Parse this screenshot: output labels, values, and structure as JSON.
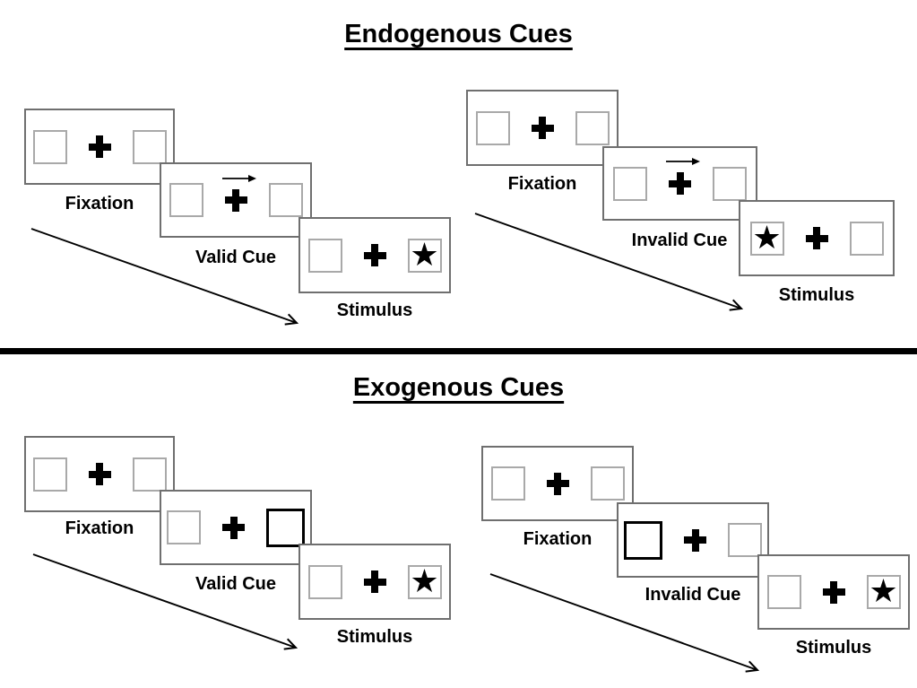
{
  "page": {
    "background": "#ffffff"
  },
  "glyphs": {
    "star": "★"
  },
  "colors": {
    "ink": "#000000",
    "panel_border": "#6f6f6f",
    "box_border": "#a9a9a9",
    "cue_highlight_border": "#000000",
    "divider": "#000000"
  },
  "sections": [
    {
      "title": "Endogenous Cues",
      "groups": [
        {
          "name": "valid-trial",
          "panels": [
            {
              "label": "Fixation",
              "cue": "none",
              "star_position": "none"
            },
            {
              "label": "Valid Cue",
              "cue": "arrow-right",
              "star_position": "none"
            },
            {
              "label": "Stimulus",
              "cue": "none",
              "star_position": "right"
            }
          ]
        },
        {
          "name": "invalid-trial",
          "panels": [
            {
              "label": "Fixation",
              "cue": "none",
              "star_position": "none"
            },
            {
              "label": "Invalid Cue",
              "cue": "arrow-right",
              "star_position": "none"
            },
            {
              "label": "Stimulus",
              "cue": "none",
              "star_position": "left"
            }
          ]
        }
      ]
    },
    {
      "title": "Exogenous Cues",
      "groups": [
        {
          "name": "valid-trial",
          "panels": [
            {
              "label": "Fixation",
              "cue": "none",
              "star_position": "none"
            },
            {
              "label": "Valid Cue",
              "cue": "box-highlight-right",
              "star_position": "none"
            },
            {
              "label": "Stimulus",
              "cue": "none",
              "star_position": "right"
            }
          ]
        },
        {
          "name": "invalid-trial",
          "panels": [
            {
              "label": "Fixation",
              "cue": "none",
              "star_position": "none"
            },
            {
              "label": "Invalid Cue",
              "cue": "box-highlight-left",
              "star_position": "none"
            },
            {
              "label": "Stimulus",
              "cue": "none",
              "star_position": "right"
            }
          ]
        }
      ]
    }
  ]
}
